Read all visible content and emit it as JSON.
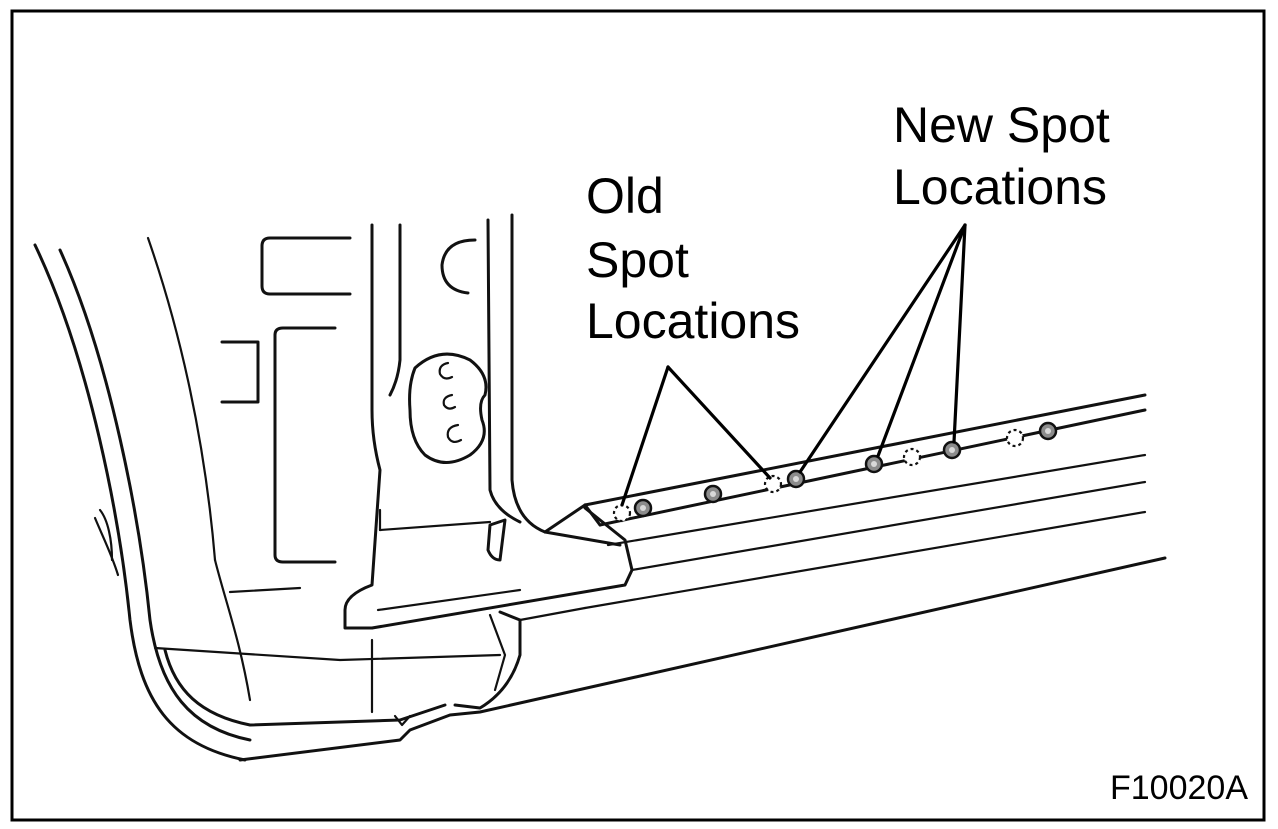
{
  "labels": {
    "old_spot": [
      "Old",
      "Spot",
      "Locations"
    ],
    "new_spot": [
      "New Spot",
      "Locations"
    ]
  },
  "figure_id": "F10020A"
}
